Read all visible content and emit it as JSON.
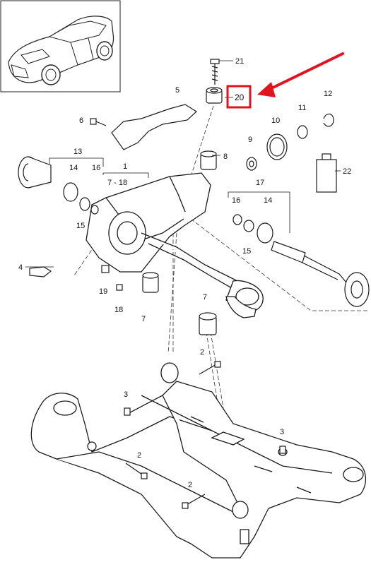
{
  "diagram": {
    "callouts": [
      {
        "id": "c21",
        "label": "21"
      },
      {
        "id": "c20",
        "label": "20",
        "highlighted": true
      },
      {
        "id": "c5",
        "label": "5"
      },
      {
        "id": "c12",
        "label": "12"
      },
      {
        "id": "c11",
        "label": "11"
      },
      {
        "id": "c10",
        "label": "10"
      },
      {
        "id": "c6",
        "label": "6"
      },
      {
        "id": "c9",
        "label": "9"
      },
      {
        "id": "c8",
        "label": "8"
      },
      {
        "id": "c13",
        "label": "13"
      },
      {
        "id": "c14a",
        "label": "14"
      },
      {
        "id": "c16a",
        "label": "16"
      },
      {
        "id": "c1",
        "label": "1"
      },
      {
        "id": "c7_18",
        "label": "7 - 18"
      },
      {
        "id": "c17",
        "label": "17"
      },
      {
        "id": "c16b",
        "label": "16"
      },
      {
        "id": "c14b",
        "label": "14"
      },
      {
        "id": "c22",
        "label": "22"
      },
      {
        "id": "c15a",
        "label": "15"
      },
      {
        "id": "c15b",
        "label": "15"
      },
      {
        "id": "c4",
        "label": "4"
      },
      {
        "id": "c19",
        "label": "19"
      },
      {
        "id": "c18",
        "label": "18"
      },
      {
        "id": "c7a",
        "label": "7"
      },
      {
        "id": "c7b",
        "label": "7"
      },
      {
        "id": "c2a",
        "label": "2"
      },
      {
        "id": "c3a",
        "label": "3"
      },
      {
        "id": "c3b",
        "label": "3"
      },
      {
        "id": "c2b",
        "label": "2"
      },
      {
        "id": "c2c",
        "label": "2"
      }
    ],
    "colors": {
      "line": "#1a1a1a",
      "highlight": "#e0141e",
      "background": "#ffffff"
    }
  }
}
